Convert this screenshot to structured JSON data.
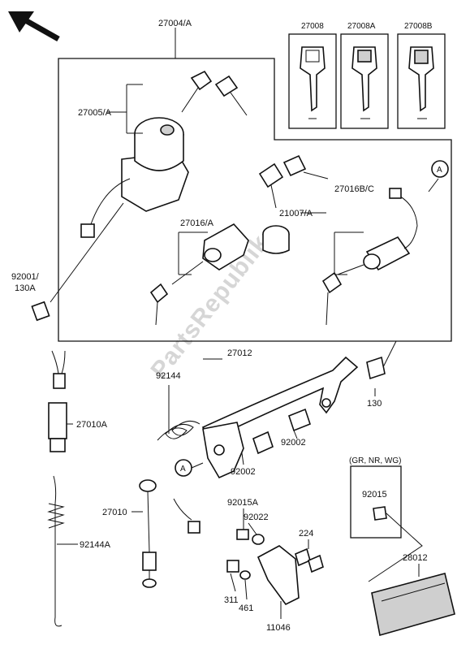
{
  "watermark": "PartsRepublik",
  "labels": {
    "p27004A": "27004/A",
    "p27005A": "27005/A",
    "p27008": "27008",
    "p27008A": "27008A",
    "p27008B": "27008B",
    "p27016A": "27016/A",
    "p21007A": "21007/A",
    "p27016BC": "27016B/C",
    "refA": "A",
    "p92001": "92001/",
    "p130A": "130A",
    "p27012": "27012",
    "p92144": "92144",
    "p27010A": "27010A",
    "p92002a": "92002",
    "p92002b": "92002",
    "p130": "130",
    "p27010": "27010",
    "p92144A": "92144A",
    "p92015A": "92015A",
    "p92022": "92022",
    "p224": "224",
    "p311": "311",
    "p461": "461",
    "p11046": "11046",
    "p28012": "28012",
    "variants": "(GR, NR, WG)",
    "p92015": "92015"
  }
}
